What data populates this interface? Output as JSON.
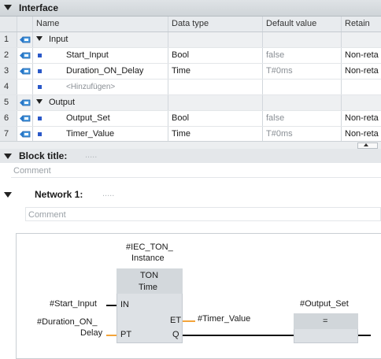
{
  "interface": {
    "title": "Interface",
    "columns": [
      "Name",
      "Data type",
      "Default value",
      "Retain"
    ],
    "rows": [
      {
        "num": "1",
        "name": "Input",
        "type": "",
        "default": "",
        "retain": "",
        "kind": "section"
      },
      {
        "num": "2",
        "name": "Start_Input",
        "type": "Bool",
        "default": "false",
        "retain": "Non-reta",
        "kind": "var"
      },
      {
        "num": "3",
        "name": "Duration_ON_Delay",
        "type": "Time",
        "default": "T#0ms",
        "retain": "Non-reta",
        "kind": "var"
      },
      {
        "num": "4",
        "name": "<Hinzufügen>",
        "type": "",
        "default": "",
        "retain": "",
        "kind": "add"
      },
      {
        "num": "5",
        "name": "Output",
        "type": "",
        "default": "",
        "retain": "",
        "kind": "section"
      },
      {
        "num": "6",
        "name": "Output_Set",
        "type": "Bool",
        "default": "false",
        "retain": "Non-reta",
        "kind": "var"
      },
      {
        "num": "7",
        "name": "Timer_Value",
        "type": "Time",
        "default": "T#0ms",
        "retain": "Non-reta",
        "kind": "var"
      }
    ]
  },
  "block": {
    "title": "Block title:",
    "comment": "Comment",
    "dots": "....."
  },
  "network": {
    "title": "Network 1:",
    "dots": ".....",
    "comment": "Comment",
    "instance_line1": "#IEC_TON_",
    "instance_line2": "Instance",
    "fb_name": "TON",
    "fb_type": "Time",
    "pin_in": "IN",
    "pin_pt": "PT",
    "pin_et": "ET",
    "pin_q": "Q",
    "in_operand": "#Start_Input",
    "pt_operand1": "#Duration_ON_",
    "pt_operand2": "Delay",
    "et_operand": "#Timer_Value",
    "coil_operand": "#Output_Set",
    "coil_symbol": "="
  },
  "colors": {
    "accent_blue": "#2a58c8",
    "wire_orange": "#f3a43a"
  }
}
